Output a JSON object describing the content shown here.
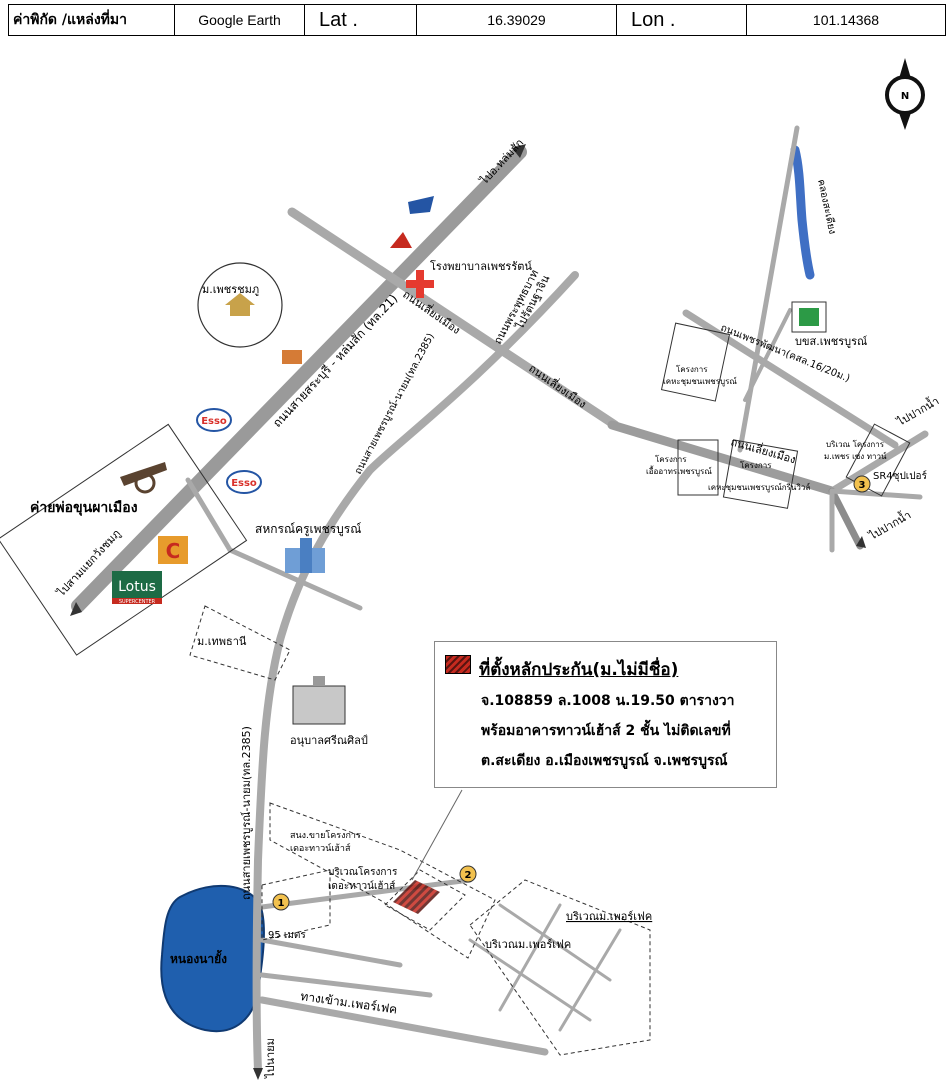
{
  "header": {
    "source_label": "ค่าพิกัด /แหล่งที่มา",
    "source_value": "Google Earth",
    "lat_label": "Lat .",
    "lat_value": "16.39029",
    "lon_label": "Lon .",
    "lon_value": "101.14368"
  },
  "compass": {
    "north": "N"
  },
  "info_box": {
    "title": "ที่ตั้งหลักประกัน(ม.ไม่มีชื่อ)",
    "line1": "จ.108859 ล.1008 น.19.50 ตารางวา",
    "line2": "พร้อมอาคารทาวน์เฮ้าส์ 2 ชั้น ไม่ติดเลขที่",
    "line3": "ต.สะเดียง อ.เมืองเพชรบูรณ์ จ.เพชรบูรณ์"
  },
  "roads": {
    "to_lom_sak": "ไปอ.หล่มสัก",
    "saraburi_lomsak": "ถนนสายสระบุรี - หล่มสัก (ทล.21)",
    "to_wang_chomphu": "ไปสามแยกวังชมภู",
    "phetcharat": "ถนนพระพุทธบาท",
    "phetcharat2": "ไปรัตนฐาจิน",
    "nayom_upper": "ถนนสายเพชรบูรณ์-นายม(ทล.2385)",
    "nayom_lower": "ถนนสายเพชรบูรณ์-นายม(ทล.2385)",
    "sadiang1": "ถนนเลี่ยงเมือง",
    "sadiang2": "ถนนเลี่ยงเมือง",
    "sadiang3": "ถนนเลี่ยงเมือง",
    "phetpattana": "ถนนเพชรพัฒนา(คสล.16/20ม.)",
    "to_pak_nam": "ไปปากน้ำ",
    "to_pak_nam2": "ไปปากน้ำ",
    "to_nayom": "ไปนายม",
    "perfect_entrance": "ทางเข้าม.เพอร์เฟค"
  },
  "places": {
    "phetcharaphum": "ม.เพชรชมภู",
    "hospital": "โรงพยาบาลเพชรรัตน์",
    "army_camp": "ค่ายพ่อขุนผาเมือง",
    "cooperative": "สหกรณ์ครูเพชรบูรณ์",
    "thep_thani": "ม.เทพธานี",
    "kindergarten": "อนุบาลศรีณศิลป์",
    "bus_station": "บขส.เพชรบูรณ์",
    "lake": "หนองนายั้ง",
    "sr_super": "SR4ซุปเปอร์",
    "perfect_area": "บริเวณม.เพอร์เฟค",
    "perfect_area2": "บริเวณม.เพอร์เฟค",
    "town_house_area": "บริเวณโครงการ",
    "town_house_area2": "เดอะทาวน์เฮ้าส์",
    "town_house_office": "สนง.ขายโครงการ",
    "town_house_office2": "เดอะทาวน์เฮ้าส์",
    "project_a": "โครงการ",
    "project_a2": "เคหะชุมชนเพชรบูรณ์",
    "project_b": "โครงการ",
    "project_b2": "เอื้ออาทรเพชรบูรณ์",
    "project_c": "โครงการ",
    "project_c2": "เคหะชุมชนเพชรบูรณ์กรีนวิวล์",
    "project_d": "บริเวณ โครงการ",
    "project_d2": "ม.เพชร เซง ทาวน์",
    "canal": "คลองสะเดียง",
    "dist_95": "95 เมตร",
    "lotus": "Lotus",
    "lotus_sub": "SUPERCENTER",
    "esso": "Esso"
  },
  "markers": [
    "1",
    "2",
    "3"
  ],
  "colors": {
    "road": "#a9a9a9",
    "road_dark": "#8c8c8c",
    "lake": "#1f5fae",
    "canal": "#3f6fc4",
    "hospital": "#e53a2f",
    "esso_red": "#d9312b",
    "esso_blue": "#2455a4",
    "house": "#c8a24a",
    "swatch": "#c62a1f"
  }
}
